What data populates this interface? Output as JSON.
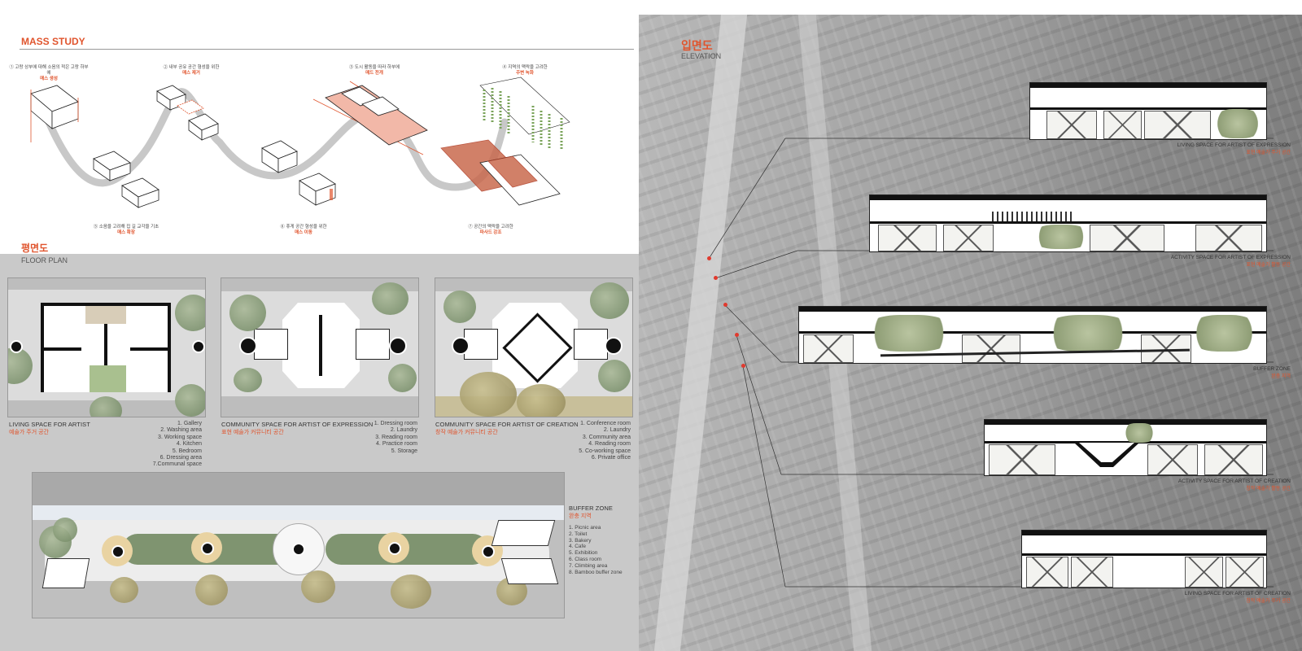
{
  "mass_study": {
    "title": "MASS STUDY",
    "steps": [
      {
        "text": "① 고랑 상부에 대해 소음의 적은 고랑 하부에",
        "action": "매스 생성"
      },
      {
        "text": "② 내부 공유 공간 형성을 위한",
        "action": "매스 제거"
      },
      {
        "text": "③ 도시 활동을 따라 하부에",
        "action": "매드 전개"
      },
      {
        "text": "④ 지역의 맥락을 고려한",
        "action": "주변 녹화"
      },
      {
        "text": "⑤ 소음을 고려해 집 길 교각을 기초",
        "action": "매스 확장"
      },
      {
        "text": "⑥ 휴게 공간 형성을 위한",
        "action": "매스 이동"
      },
      {
        "text": "⑦ 공간의 맥락을 고려한",
        "action": "파사드 강조"
      }
    ]
  },
  "floor_plan": {
    "title_ko": "평면도",
    "title_en": "FLOOR PLAN",
    "plans": [
      {
        "name_en": "LIVING SPACE FOR ARTIST",
        "name_ko": "예술가 주거 공간",
        "legend": [
          "1. Gallery",
          "2. Washing area",
          "3. Working space",
          "4. Kitchen",
          "5. Bedroom",
          "6. Dressing area",
          "7.Communal space"
        ]
      },
      {
        "name_en": "COMMUNITY SPACE FOR ARTIST OF EXPRESSION",
        "name_ko": "표현 예술가 커뮤니티 공간",
        "legend": [
          "1. Dressing room",
          "2. Laundry",
          "3. Reading room",
          "4. Practice room",
          "5. Storage"
        ]
      },
      {
        "name_en": "COMMUNITY SPACE FOR ARTIST OF CREATION",
        "name_ko": "창작 예술가 커뮤니티 공간",
        "legend": [
          "1. Conference room",
          "2. Laundry",
          "3. Community area",
          "4. Reading room",
          "5. Co-working space",
          "6. Private office"
        ]
      }
    ],
    "buffer_zone": {
      "name_en": "BUFFER ZONE",
      "name_ko": "완충 지역",
      "legend": [
        "1. Picnic area",
        "2. Toilet",
        "3. Bakery",
        "4. Cafe",
        "5. Exhibition",
        "6. Class room",
        "7. Climbing area",
        "8. Bamboo buffer zone"
      ]
    }
  },
  "elevation": {
    "title_ko": "입면도",
    "title_en": "ELEVATION",
    "sections": [
      {
        "name_en": "LIVING SPACE FOR ARTIST OF EXPRESSION",
        "name_ko": "표현 예술가 주거 공간"
      },
      {
        "name_en": "ACTIVITY SPACE FOR ARTIST OF EXPRESSION",
        "name_ko": "표현 예술가 활동 공간"
      },
      {
        "name_en": "BUFFER ZONE",
        "name_ko": "완충 지역"
      },
      {
        "name_en": "ACTIVITY SPACE FOR ARTIST OF CREATION",
        "name_ko": "창작 예술가 활동 공간"
      },
      {
        "name_en": "LIVING SPACE FOR ARTIST OF CREATION",
        "name_ko": "창작 예술가 주거 공간"
      }
    ]
  },
  "colors": {
    "accent": "#e0552e",
    "panel_gray": "#c9c9c9",
    "aerial": "#8f8f8f"
  }
}
